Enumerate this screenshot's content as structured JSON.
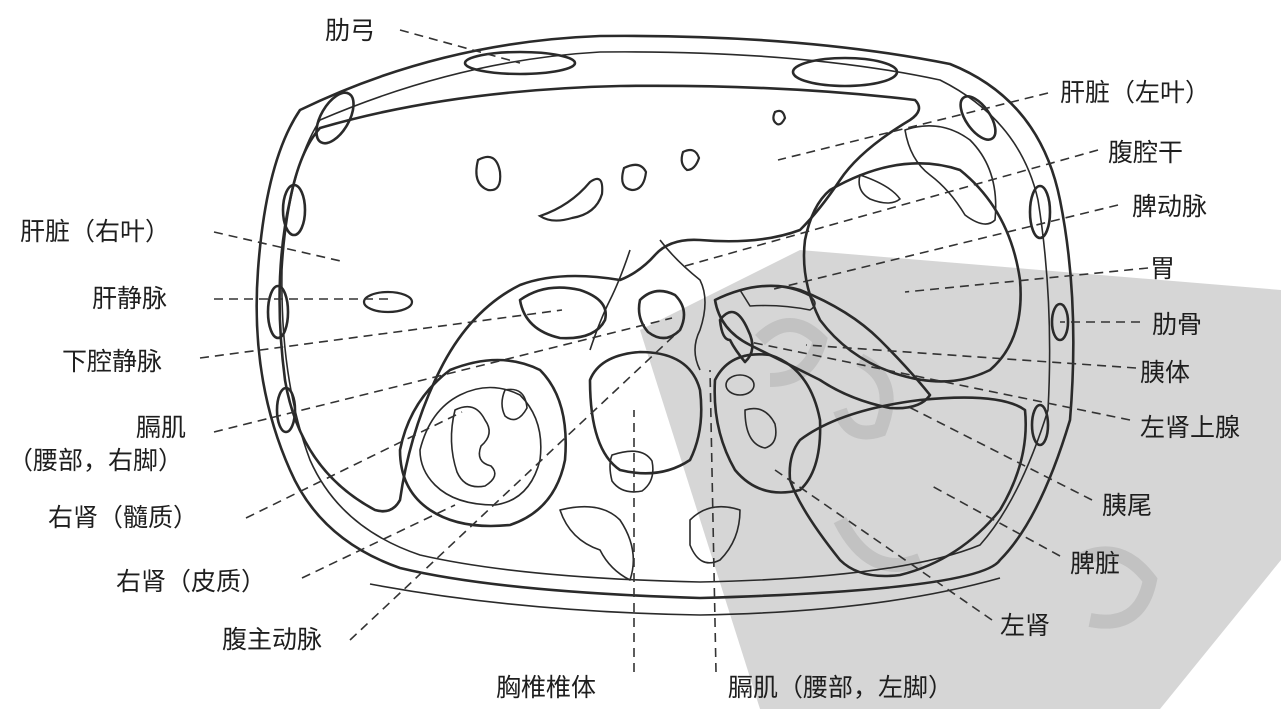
{
  "labels": {
    "costal_arch": "肋弓",
    "liver_left_lobe": "肝脏（左叶）",
    "celiac_trunk": "腹腔干",
    "splenic_artery": "脾动脉",
    "stomach": "胃",
    "rib": "肋骨",
    "pancreas_body": "胰体",
    "left_adrenal": "左肾上腺",
    "pancreas_tail": "胰尾",
    "spleen": "脾脏",
    "left_kidney": "左肾",
    "liver_right_lobe": "肝脏（右叶）",
    "hepatic_vein": "肝静脉",
    "ivc": "下腔静脉",
    "diaphragm_right_1": "膈肌",
    "diaphragm_right_2": "（腰部，右脚）",
    "right_kidney_medulla": "右肾（髓质）",
    "right_kidney_cortex": "右肾（皮质）",
    "abdominal_aorta": "腹主动脉",
    "thoracic_vertebra": "胸椎椎体",
    "diaphragm_left": "膈肌（腰部，左脚）"
  },
  "colors": {
    "ink": "#2a2a2a",
    "watermark": "#c8c8c8"
  }
}
